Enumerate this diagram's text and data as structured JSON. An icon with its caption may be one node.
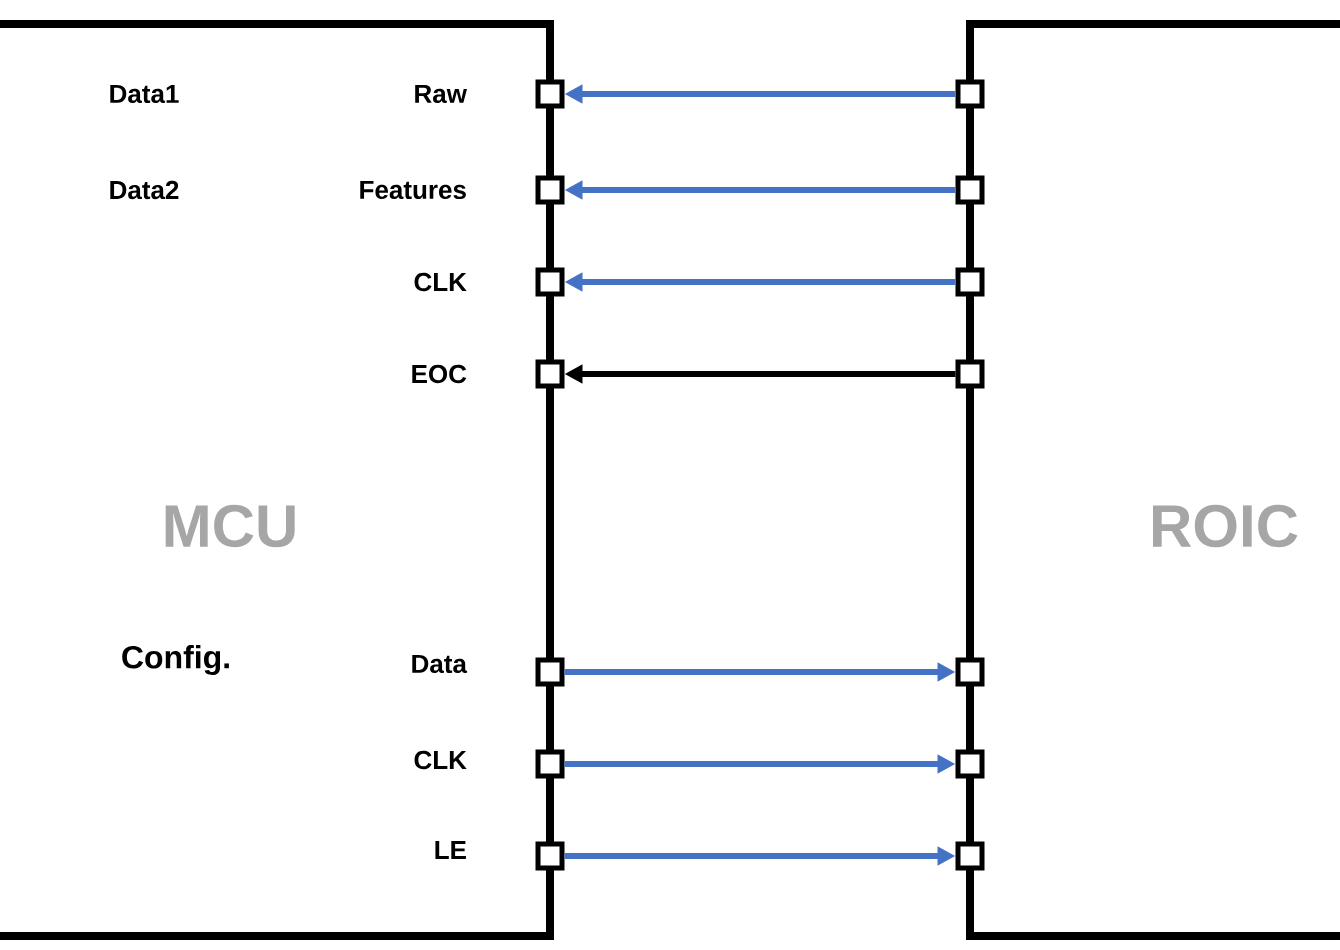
{
  "diagram": {
    "nodes": [
      {
        "text": [
          "MCU"
        ]
      },
      {
        "text": [
          "ROIC"
        ]
      },
      {
        "text": [],
        "shape": "box"
      },
      {
        "text": [],
        "shape": "box"
      },
      {
        "text": [],
        "shape": "box"
      },
      {
        "text": [],
        "shape": "box"
      },
      {
        "text": [],
        "shape": "box"
      },
      {
        "text": [],
        "shape": "box"
      },
      {
        "text": [],
        "shape": "box"
      },
      {
        "text": [],
        "shape": "box"
      },
      {
        "text": [],
        "shape": "box"
      },
      {
        "text": [],
        "shape": "box"
      },
      {
        "text": [],
        "shape": "box"
      },
      {
        "text": [],
        "shape": "box"
      },
      {
        "text": [],
        "shape": "box"
      },
      {
        "text": [],
        "shape": "box"
      }
    ],
    "edges": [
      {
        "from": 9,
        "to": 2,
        "arrow": "to"
      },
      {
        "from": 10,
        "to": 3,
        "arrow": "to"
      },
      {
        "from": 11,
        "to": 4,
        "arrow": "to"
      },
      {
        "from": 12,
        "to": 5,
        "arrow": "to",
        "color": "#000000"
      },
      {
        "from": 6,
        "to": 13,
        "arrow": "to"
      },
      {
        "from": 7,
        "to": 14,
        "arrow": "to"
      },
      {
        "from": 8,
        "to": 15,
        "arrow": "to"
      }
    ],
    "labels": [
      "Data1",
      "Raw",
      "Data2",
      "Features",
      "CLK",
      "EOC",
      "Config.",
      "Data",
      "CLK",
      "LE"
    ]
  }
}
